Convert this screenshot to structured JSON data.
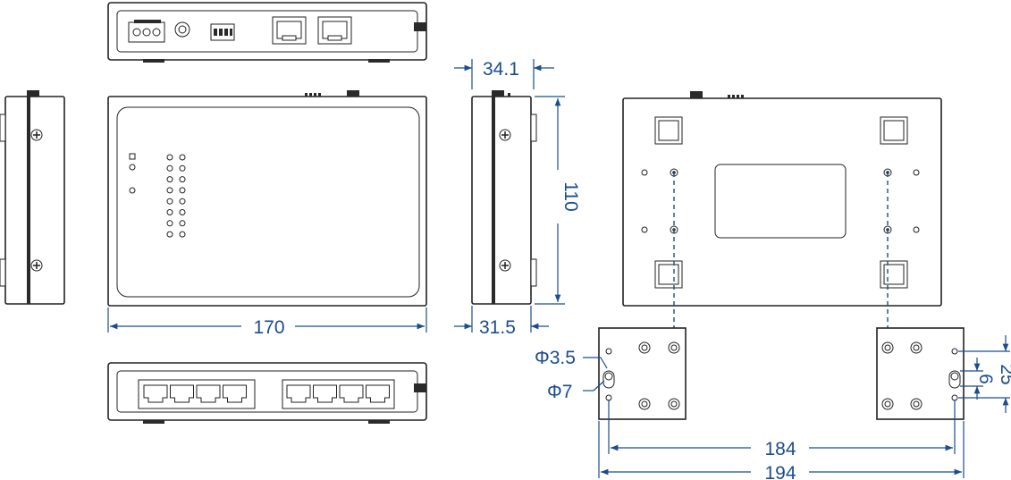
{
  "dimensions": {
    "depth_34_1": "34.1",
    "height_110": "110",
    "width_170": "170",
    "depth_31_5": "31.5",
    "hole_3_5": "Φ3.5",
    "hole_7": "Φ7",
    "hole_spacing_184": "184",
    "bracket_width_194": "194",
    "slot_6": "6",
    "slot_25": "25"
  },
  "colors": {
    "dimension": "#1a4d8c",
    "outline": "#222222",
    "background": "#ffffff"
  }
}
